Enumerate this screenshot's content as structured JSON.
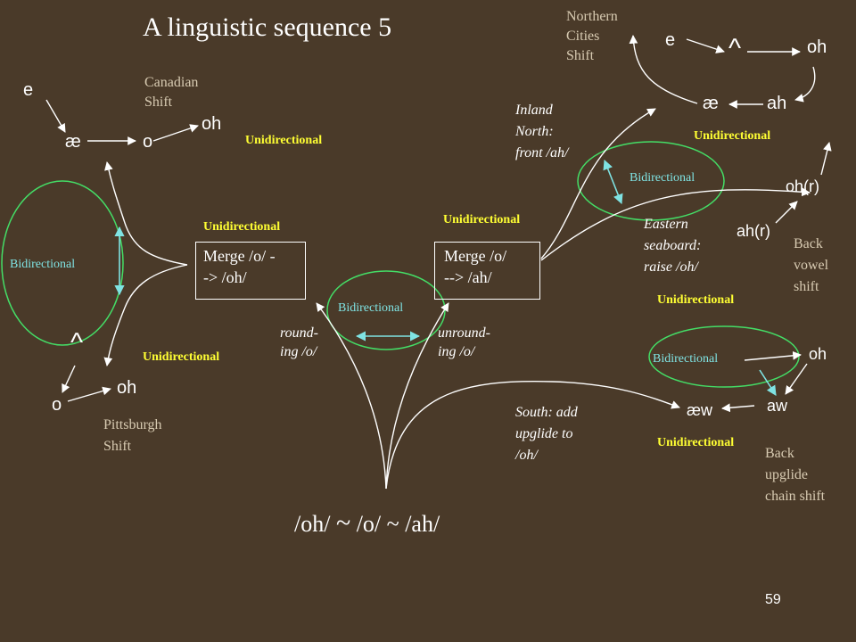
{
  "title": "A linguistic sequence 5",
  "slide_number": "59",
  "bottom_label": {
    "a": "/oh/ ",
    "tilde": "~",
    "b": " /o/ ~ /ah/"
  },
  "canadian": {
    "label": [
      "Canadian",
      "Shift"
    ],
    "e": "e",
    "ae": "æ",
    "o": "o",
    "oh": "oh",
    "unidirectional": "Unidirectional"
  },
  "pittsburgh": {
    "label": [
      "Pittsburgh",
      "Shift"
    ],
    "caret": "^",
    "o": "o",
    "oh": "oh",
    "unidirectional": "Unidirectional"
  },
  "left_bidirectional": "Bidirectional",
  "merge_left": {
    "lines": [
      "Merge /o/ -",
      "-> /oh/"
    ],
    "unidirectional": "Unidirectional"
  },
  "merge_right": {
    "lines": [
      "Merge /o/",
      "--> /ah/"
    ],
    "unidirectional": "Unidirectional"
  },
  "center_bidirectional": "Bidirectional",
  "rounding": [
    "round-",
    "ing /o/"
  ],
  "unrounding": [
    "unround-",
    "ing /o/"
  ],
  "northern": {
    "label": [
      "Northern",
      "Cities",
      "Shift"
    ],
    "e": "e",
    "caret": "^",
    "oh": "oh",
    "ae": "æ",
    "ah": "ah",
    "unidirectional": "Unidirectional"
  },
  "inland": [
    "Inland",
    "North:",
    "front /ah/"
  ],
  "right_bidirectional": "Bidirectional",
  "eastern": [
    "Eastern",
    "seaboard:",
    "raise /oh/"
  ],
  "back_vowel": {
    "ohr": "oh(r)",
    "ahr": "ah(r)",
    "label": [
      "Back",
      "vowel",
      "shift"
    ],
    "unidirectional": "Unidirectional"
  },
  "upglide": {
    "bidirectional": "Bidirectional",
    "oh": "oh",
    "aew": "æw",
    "aw": "aw",
    "unidirectional": "Unidirectional",
    "label": [
      "Back",
      "upglide",
      "chain shift"
    ]
  },
  "south": [
    "South: add",
    "upglide to",
    "/oh/"
  ],
  "colors": {
    "background": "#4a3a29",
    "label_yellow": "#ffff33",
    "bidirectional_cyan": "#7fe3e3",
    "ellipse_green": "#44dd66",
    "muted_text": "#d8cbb2"
  }
}
